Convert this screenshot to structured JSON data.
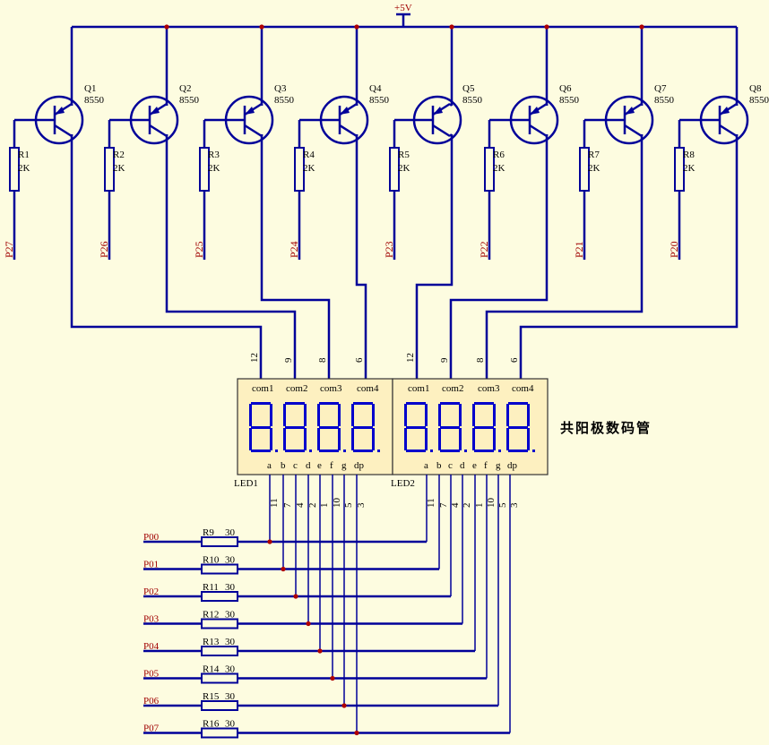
{
  "supply_label": "+5V",
  "transistors": [
    {
      "ref": "Q1",
      "value": "8550"
    },
    {
      "ref": "Q2",
      "value": "8550"
    },
    {
      "ref": "Q3",
      "value": "8550"
    },
    {
      "ref": "Q4",
      "value": "8550"
    },
    {
      "ref": "Q5",
      "value": "8550"
    },
    {
      "ref": "Q6",
      "value": "8550"
    },
    {
      "ref": "Q7",
      "value": "8550"
    },
    {
      "ref": "Q8",
      "value": "8550"
    }
  ],
  "base_resistors": [
    {
      "ref": "R1",
      "value": "2K",
      "port": "P27"
    },
    {
      "ref": "R2",
      "value": "2K",
      "port": "P26"
    },
    {
      "ref": "R3",
      "value": "2K",
      "port": "P25"
    },
    {
      "ref": "R4",
      "value": "2K",
      "port": "P24"
    },
    {
      "ref": "R5",
      "value": "2K",
      "port": "P23"
    },
    {
      "ref": "R6",
      "value": "2K",
      "port": "P22"
    },
    {
      "ref": "R7",
      "value": "2K",
      "port": "P21"
    },
    {
      "ref": "R8",
      "value": "2K",
      "port": "P20"
    }
  ],
  "segment_resistors": [
    {
      "ref": "R9",
      "value": "30",
      "port": "P00"
    },
    {
      "ref": "R10",
      "value": "30",
      "port": "P01"
    },
    {
      "ref": "R11",
      "value": "30",
      "port": "P02"
    },
    {
      "ref": "R12",
      "value": "30",
      "port": "P03"
    },
    {
      "ref": "R13",
      "value": "30",
      "port": "P04"
    },
    {
      "ref": "R14",
      "value": "30",
      "port": "P05"
    },
    {
      "ref": "R15",
      "value": "30",
      "port": "P06"
    },
    {
      "ref": "R16",
      "value": "30",
      "port": "P07"
    }
  ],
  "displays": [
    {
      "ref": "LED1"
    },
    {
      "ref": "LED2"
    }
  ],
  "com_labels": [
    "com1",
    "com2",
    "com3",
    "com4"
  ],
  "com_pins": [
    "12",
    "9",
    "8",
    "6"
  ],
  "segment_labels": [
    "a",
    "b",
    "c",
    "d",
    "e",
    "f",
    "g",
    "dp"
  ],
  "segment_pins": [
    "11",
    "7",
    "4",
    "2",
    "1",
    "10",
    "5",
    "3"
  ],
  "title": "共阳极数码管",
  "colors": {
    "wire": "#000099",
    "background": "#fdfce0",
    "label": "#a00000",
    "display_body": "#fdf0c0",
    "segment": "#0000cc"
  }
}
